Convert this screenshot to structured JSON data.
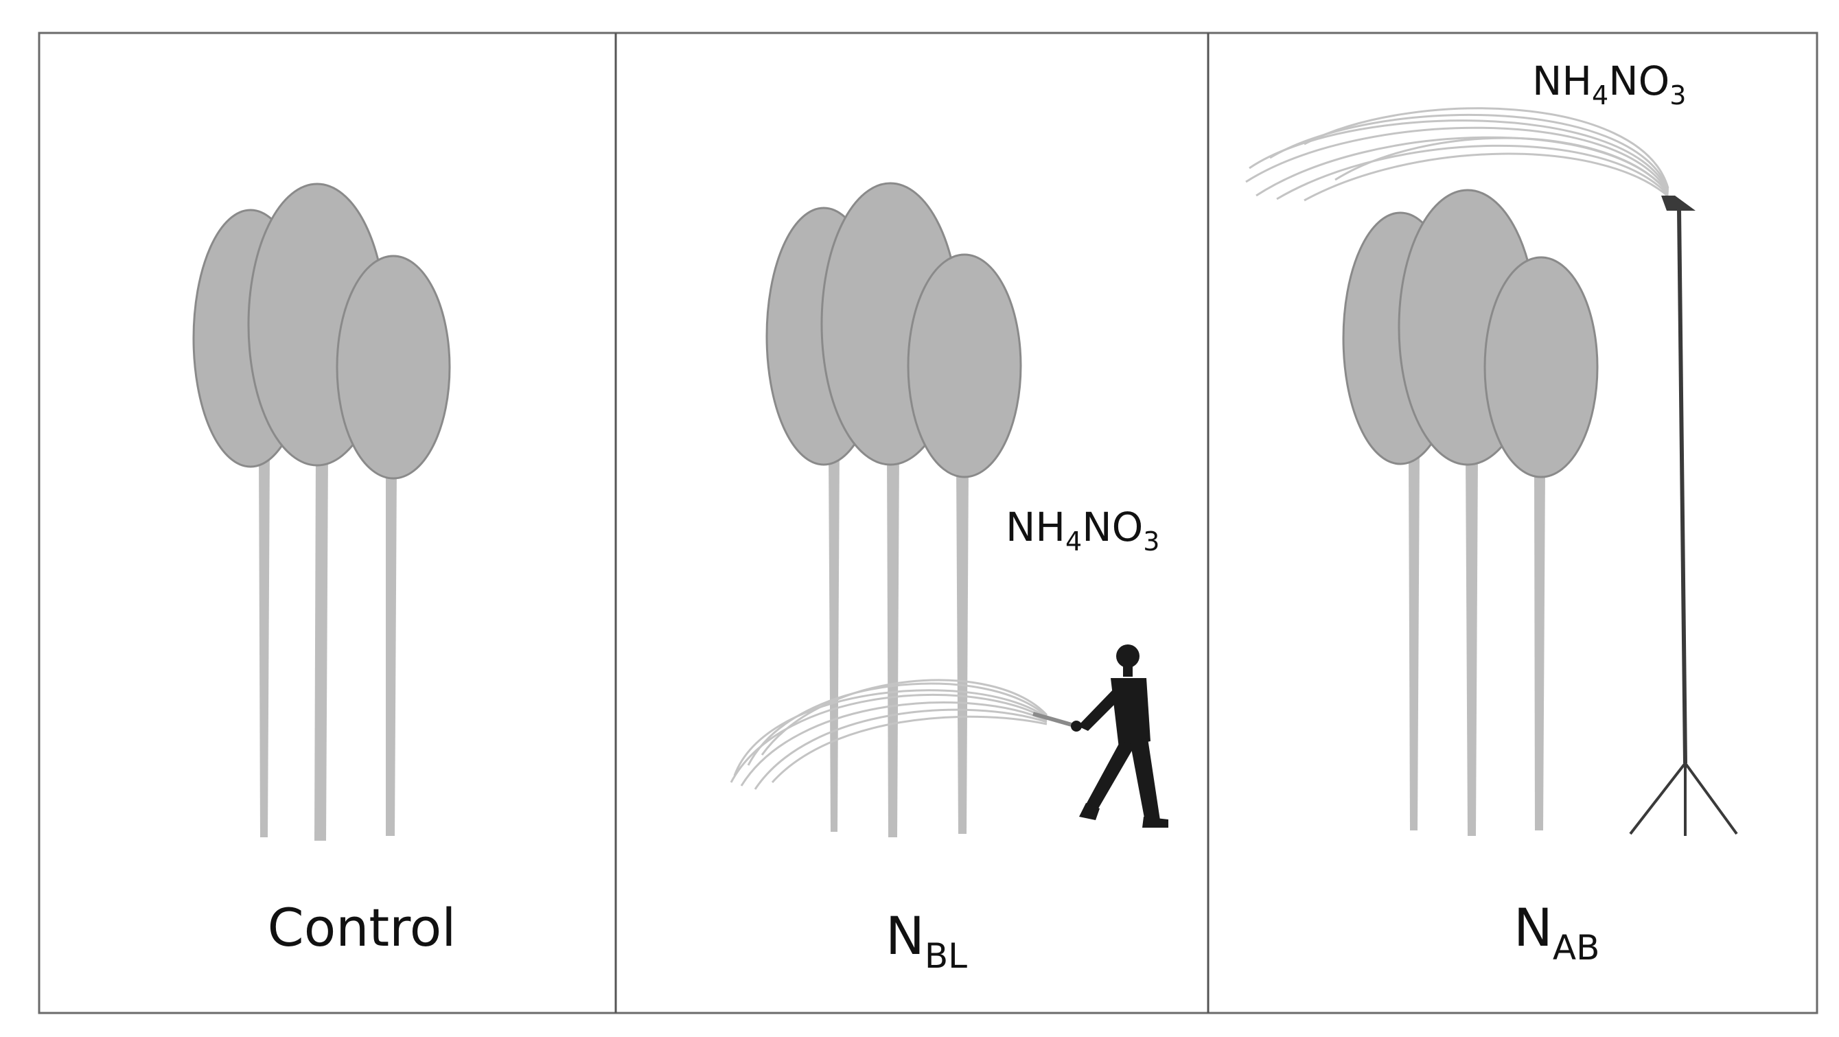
{
  "panels": [
    {
      "id": "control",
      "label": "Control",
      "label_sub": ""
    },
    {
      "id": "nbl",
      "label": "N",
      "label_sub": "BL",
      "chemical": {
        "a": "NH",
        "sub1": "4",
        "b": "NO",
        "sub2": "3"
      }
    },
    {
      "id": "nab",
      "label": "N",
      "label_sub": "AB",
      "chemical": {
        "a": "NH",
        "sub1": "4",
        "b": "NO",
        "sub2": "3"
      }
    }
  ],
  "colors": {
    "crown_fill": "#b4b4b4",
    "crown_stroke": "#8a8a8a",
    "trunk": "#bdbdbd",
    "border": "#6a6a6a",
    "divider": "#555555",
    "spray": "#c4c4c4",
    "person": "#1a1a1a",
    "stand": "#3a3a3a"
  },
  "icons": {
    "tree_group": "tree-cluster-icon",
    "person": "walking-person-spraying-icon",
    "sprinkler": "tripod-sprinkler-icon"
  }
}
